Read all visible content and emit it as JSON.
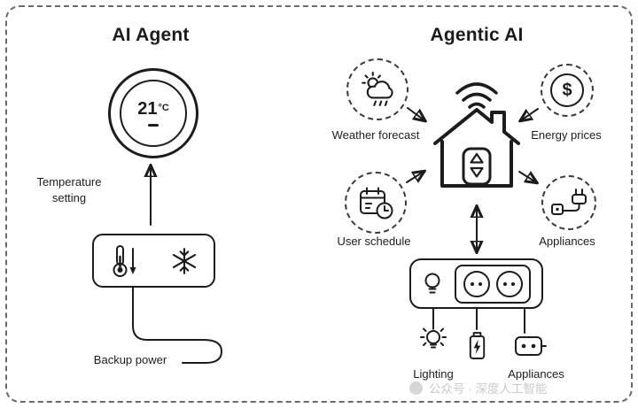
{
  "diagram": {
    "left": {
      "title": "AI Agent",
      "thermostat": {
        "value": "21",
        "unit": "°C"
      },
      "temperature_label": {
        "line1": "Temperature",
        "line2": "setting"
      },
      "backup_label": "Backup power"
    },
    "right": {
      "title": "Agentic AI",
      "inputs": {
        "weather": "Weather forecast",
        "energy": "Energy prices",
        "schedule": "User schedule",
        "appliances": "Appliances"
      },
      "outputs": {
        "lighting": "Lighting",
        "appliances": "Appliances"
      }
    },
    "glyphs": {
      "dollar": "$"
    },
    "watermark": "公众号 · 深度人工智能"
  }
}
